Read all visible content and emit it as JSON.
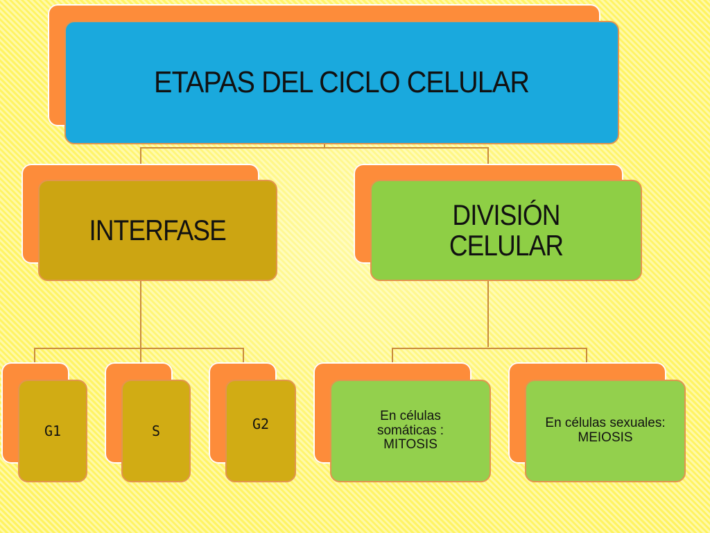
{
  "title": "ETAPAS DEL CICLO CELULAR",
  "branches": {
    "interfase": {
      "label": "INTERFASE",
      "children": [
        "G1",
        "S",
        "G2"
      ]
    },
    "division": {
      "label": "DIVISIÓN CELULAR",
      "children": [
        "En células somáticas : MITOSIS",
        "En células sexuales: MEIOSIS"
      ]
    }
  },
  "colors": {
    "background": "#fff35f",
    "back_box": "#fd8c3a",
    "title_box": "#1aa9dd",
    "interfase_box": "#cca512",
    "division_box": "#8ecf45",
    "connector": "#c98a3c"
  }
}
